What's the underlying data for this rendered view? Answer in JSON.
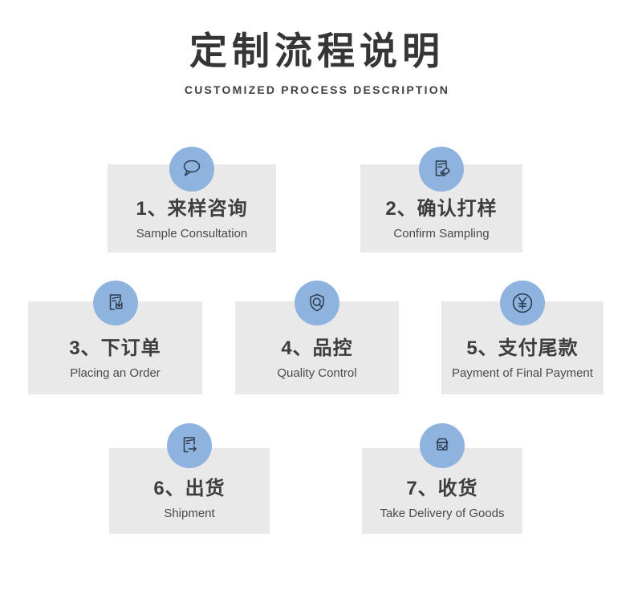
{
  "header": {
    "title": "定制流程说明",
    "subtitle": "CUSTOMIZED PROCESS DESCRIPTION"
  },
  "steps": [
    {
      "title": "1、来样咨询",
      "subtitle": "Sample Consultation",
      "icon": "chat-bubble-icon"
    },
    {
      "title": "2、确认打样",
      "subtitle": "Confirm Sampling",
      "icon": "document-tag-icon"
    },
    {
      "title": "3、下订单",
      "subtitle": "Placing an Order",
      "icon": "document-download-icon"
    },
    {
      "title": "4、品控",
      "subtitle": "Quality Control",
      "icon": "shield-search-icon"
    },
    {
      "title": "5、支付尾款",
      "subtitle": "Payment of Final Payment",
      "icon": "yuan-coin-icon"
    },
    {
      "title": "6、出货",
      "subtitle": "Shipment",
      "icon": "document-arrow-icon"
    },
    {
      "title": "7、收货",
      "subtitle": "Take Delivery of Goods",
      "icon": "parcel-check-icon"
    }
  ],
  "colors": {
    "accent_blue": "#8FB3DF",
    "card_background": "#E9E9E9",
    "heading_text": "#363636",
    "step_title_text": "#3D3D3D",
    "step_subtitle_text": "#4A4A4A",
    "icon_stroke": "#2C3B4D"
  }
}
